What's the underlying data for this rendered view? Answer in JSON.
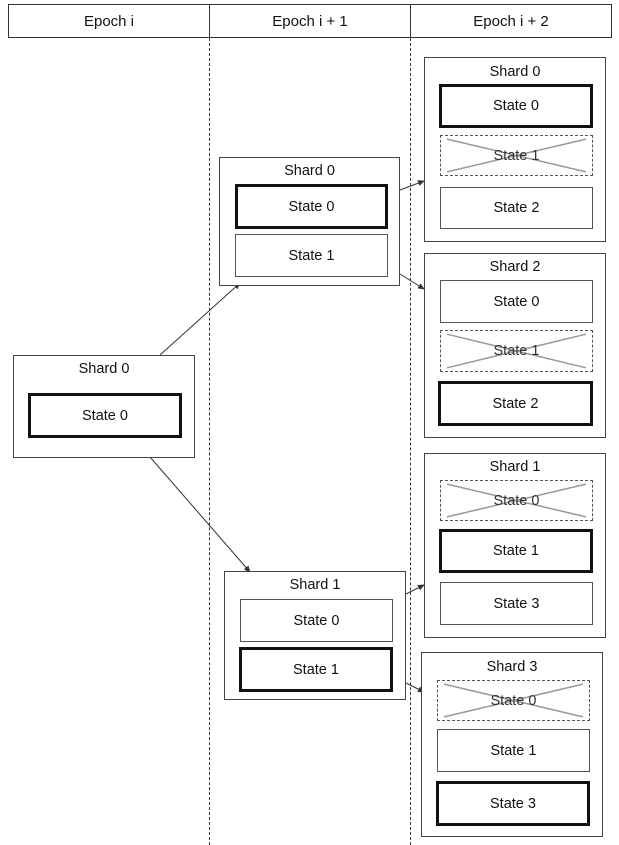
{
  "columns": [
    "Epoch i",
    "Epoch i + 1",
    "Epoch i + 2"
  ],
  "shards": {
    "e0_s0": {
      "title": "Shard 0",
      "states": [
        {
          "label": "State 0",
          "style": "bold"
        }
      ]
    },
    "e1_s0": {
      "title": "Shard 0",
      "states": [
        {
          "label": "State 0",
          "style": "bold"
        },
        {
          "label": "State 1",
          "style": "normal"
        }
      ]
    },
    "e1_s1": {
      "title": "Shard 1",
      "states": [
        {
          "label": "State 0",
          "style": "normal"
        },
        {
          "label": "State 1",
          "style": "bold"
        }
      ]
    },
    "e2_s0": {
      "title": "Shard 0",
      "states": [
        {
          "label": "State 0",
          "style": "bold"
        },
        {
          "label": "State 1",
          "style": "removed"
        },
        {
          "label": "State 2",
          "style": "normal"
        }
      ]
    },
    "e2_s2": {
      "title": "Shard 2",
      "states": [
        {
          "label": "State 0",
          "style": "normal"
        },
        {
          "label": "State 1",
          "style": "removed"
        },
        {
          "label": "State 2",
          "style": "bold"
        }
      ]
    },
    "e2_s1": {
      "title": "Shard 1",
      "states": [
        {
          "label": "State 0",
          "style": "removed"
        },
        {
          "label": "State 1",
          "style": "bold"
        },
        {
          "label": "State 3",
          "style": "normal"
        }
      ]
    },
    "e2_s3": {
      "title": "Shard 3",
      "states": [
        {
          "label": "State 0",
          "style": "removed"
        },
        {
          "label": "State 1",
          "style": "normal"
        },
        {
          "label": "State 3",
          "style": "bold"
        }
      ]
    }
  },
  "colors": {
    "line": "#333333",
    "removed_cross": "#999999"
  }
}
